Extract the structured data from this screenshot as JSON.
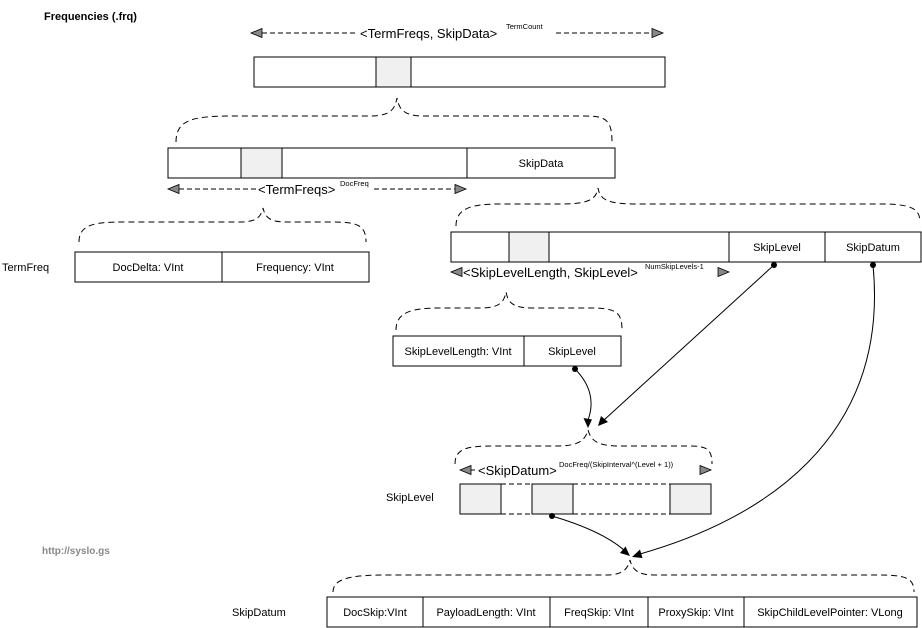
{
  "title": "Frequencies (.frq)",
  "url": "http://syslo.gs",
  "top": {
    "main": "<TermFreqs, SkipData>",
    "sup": "TermCount"
  },
  "row2": {
    "skipdata_label": "SkipData",
    "dim_main": "<TermFreqs>",
    "dim_sup": "DocFreq"
  },
  "termfreq": {
    "row_label": "TermFreq",
    "cells": [
      "DocDelta: VInt",
      "Frequency: VInt"
    ]
  },
  "skipdata": {
    "cells": [
      "SkipLevel",
      "SkipDatum"
    ],
    "dim_main": "<SkipLevelLength, SkipLevel>",
    "dim_sup": "NumSkipLevels-1"
  },
  "skiplevel_struct": {
    "cells": [
      "SkipLevelLength: VInt",
      "SkipLevel"
    ]
  },
  "skiplevel": {
    "row_label": "SkipLevel",
    "dim_main": "<SkipDatum>",
    "dim_sup": "DocFreq/(SkipInterval^(Level + 1))"
  },
  "skipdatum": {
    "row_label": "SkipDatum",
    "cells": [
      "DocSkip:VInt",
      "PayloadLength: VInt",
      "FreqSkip: VInt",
      "ProxySkip: VInt",
      "SkipChildLevelPointer: VLong"
    ]
  }
}
